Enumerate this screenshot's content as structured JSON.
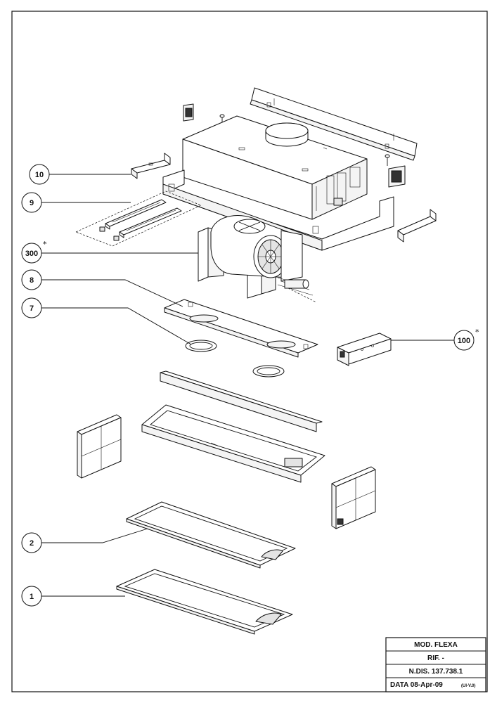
{
  "callouts": [
    {
      "label": "10",
      "star": false
    },
    {
      "label": "9",
      "star": false
    },
    {
      "label": "300",
      "star": true
    },
    {
      "label": "8",
      "star": false
    },
    {
      "label": "7",
      "star": false
    },
    {
      "label": "100",
      "star": true
    },
    {
      "label": "2",
      "star": false
    },
    {
      "label": "1",
      "star": false
    }
  ],
  "star_symbol": "*",
  "title_block": {
    "model": "MOD.  FLEXA",
    "ref": "RIF.  -",
    "drawing_number": "N.DIS.  137.738.1",
    "date": "DATA  08-Apr-09",
    "revision": "(UI-V.0)"
  }
}
